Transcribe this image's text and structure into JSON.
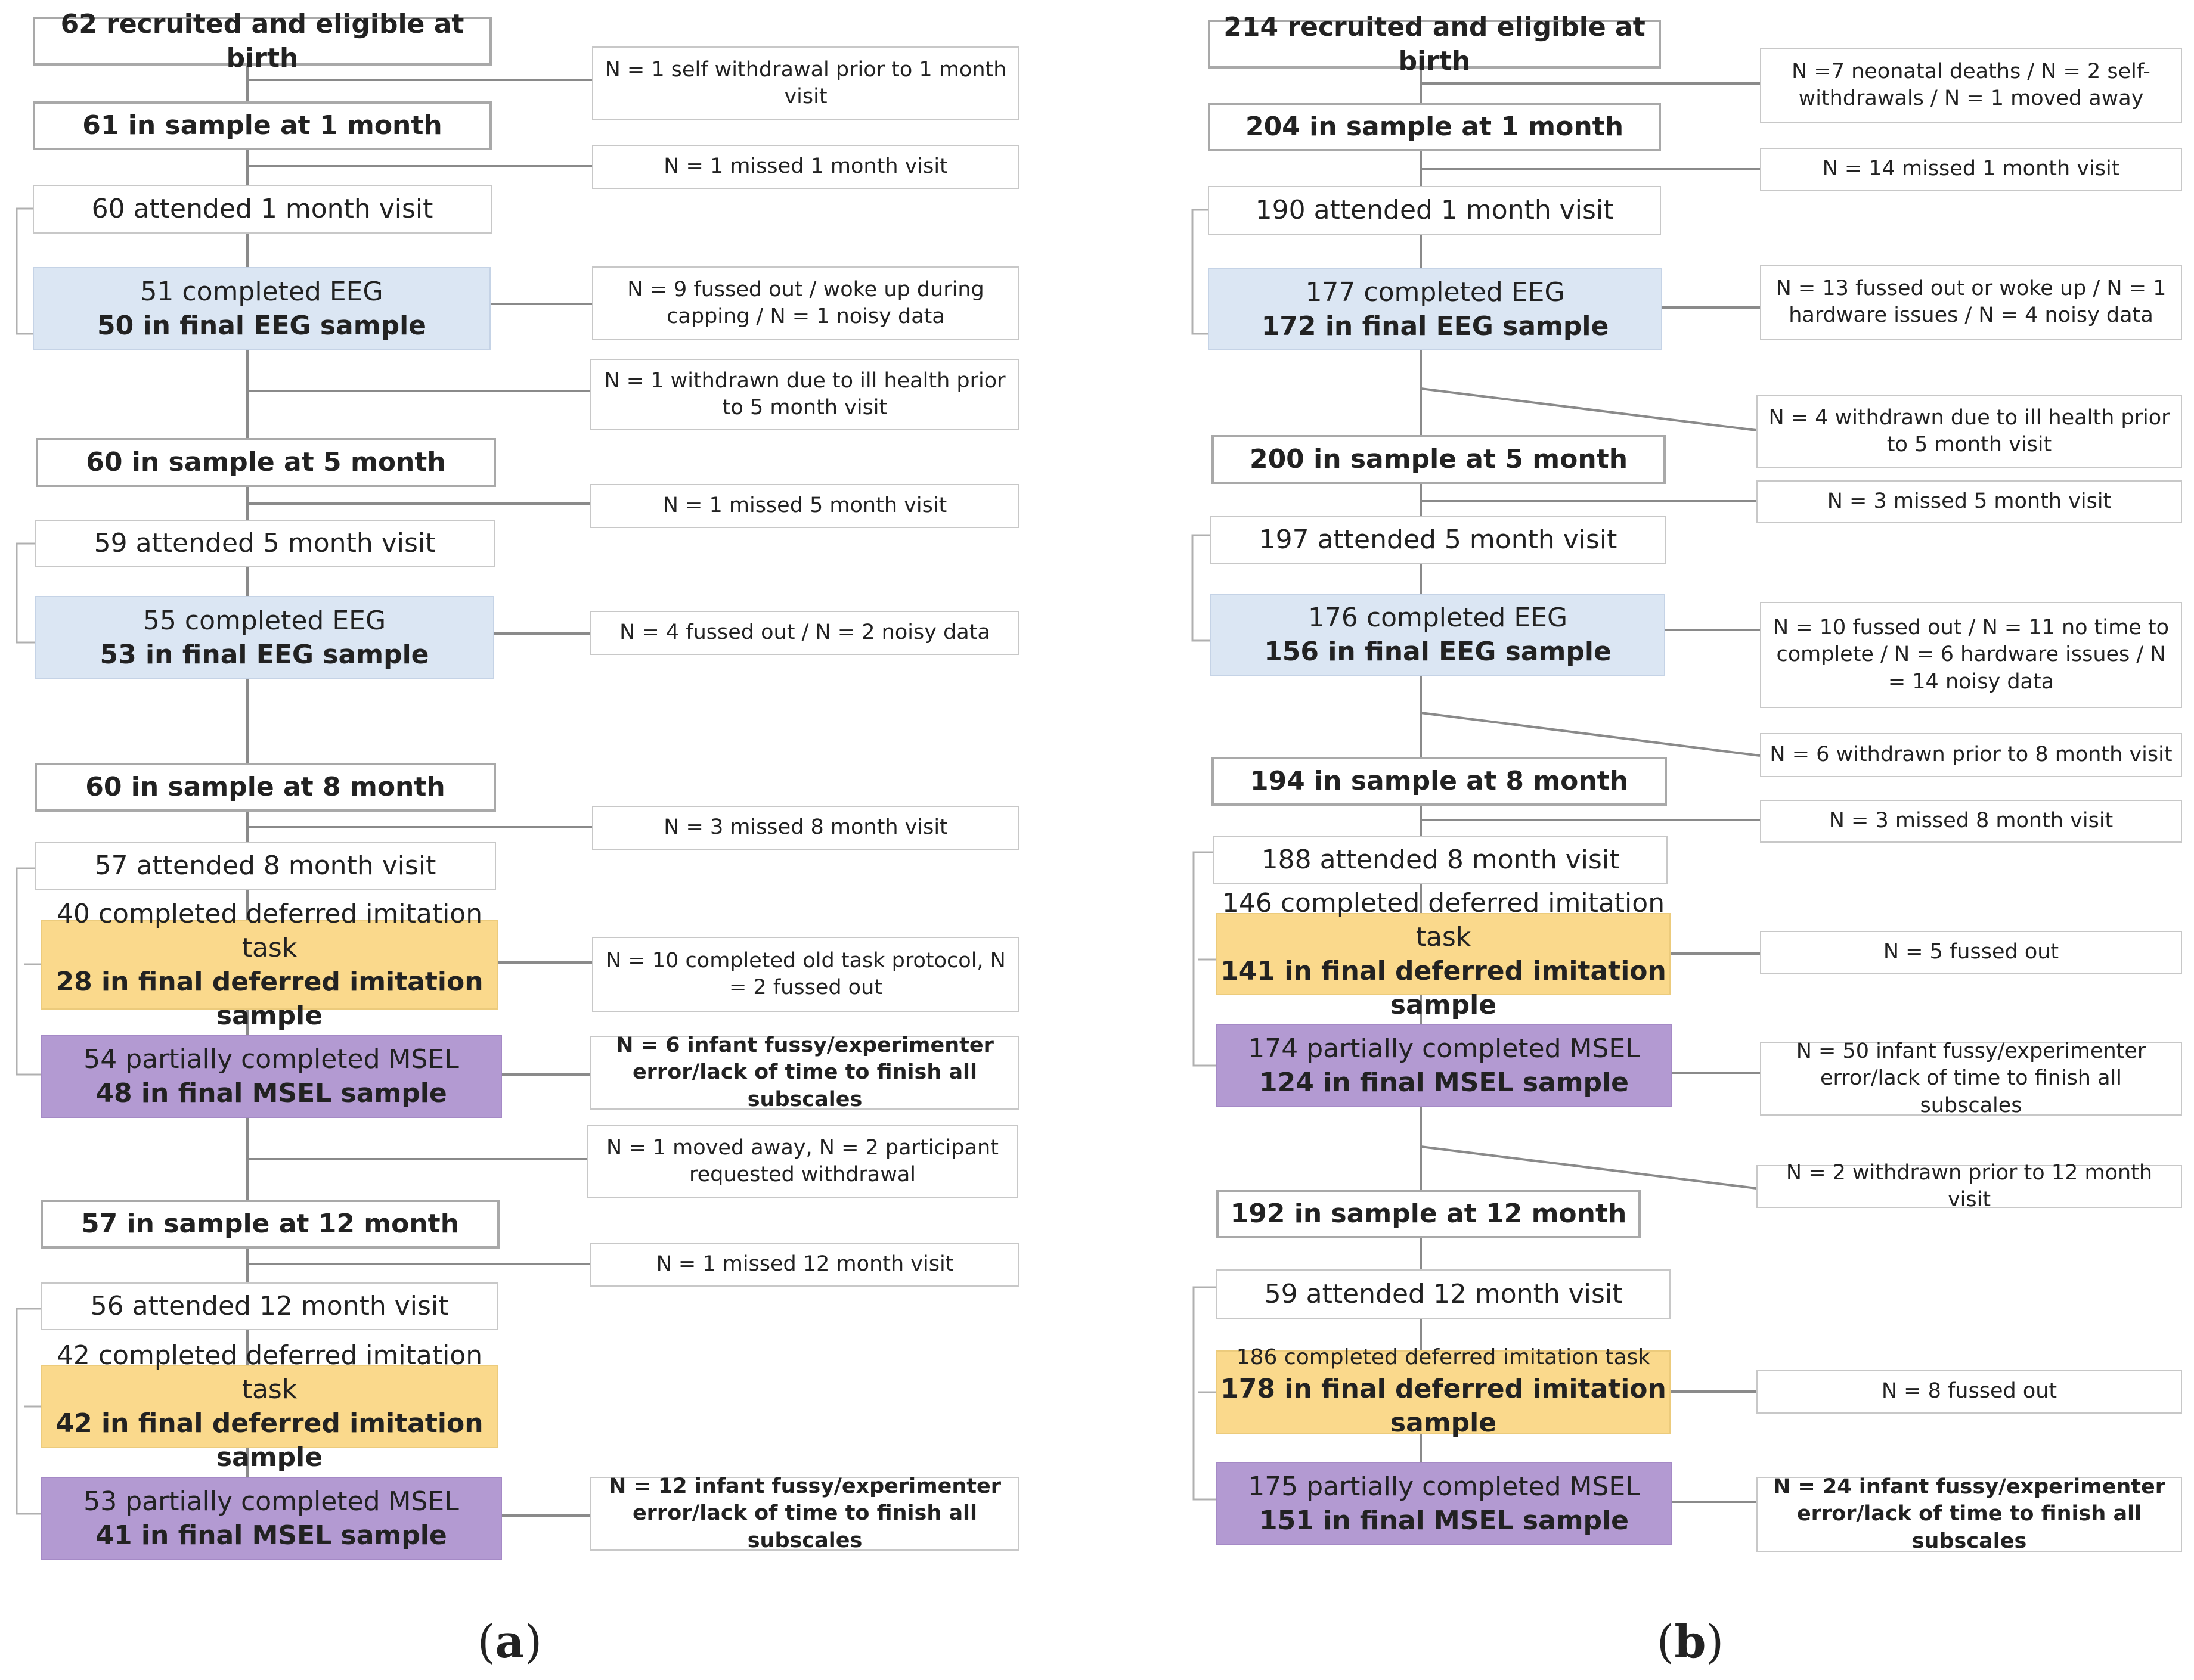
{
  "panels": {
    "a": {
      "label": "a",
      "main": [
        "62 recruited and eligible at birth",
        "61 in sample at 1 month",
        "60 in sample at 5 month",
        "60 in sample at 8 month",
        "57 in sample at 12 month"
      ],
      "attended": [
        "60 attended 1 month visit",
        "59 attended 5 month visit",
        "57 attended 8 month visit",
        "56 attended 12 month visit"
      ],
      "eeg": [
        {
          "line1": "51 completed EEG",
          "line2": "50 in final EEG sample"
        },
        {
          "line1": "55 completed EEG",
          "line2": "53 in final EEG sample"
        }
      ],
      "deferred": [
        {
          "line1": "40 completed deferred imitation task",
          "line2": "28 in final deferred imitation sample"
        },
        {
          "line1": "42 completed deferred imitation task",
          "line2": "42 in final deferred imitation sample"
        }
      ],
      "msel": [
        {
          "line1": "54 partially completed MSEL",
          "line2": "48 in final MSEL sample"
        },
        {
          "line1": "53 partially completed MSEL",
          "line2": "41 in final MSEL sample"
        }
      ],
      "notes": [
        "N = 1 self withdrawal prior to 1 month visit",
        "N = 1 missed 1 month visit",
        "N = 9 fussed out / woke up during capping / N = 1 noisy data",
        "N = 1 withdrawn due to ill health prior to 5 month visit",
        "N = 1 missed 5 month visit",
        "N = 4 fussed out / N = 2 noisy data",
        "N = 3 missed 8 month visit",
        "N = 10 completed old task protocol, N = 2 fussed out",
        "N = 6 infant fussy/experimenter error/lack of time to finish all subscales",
        "N = 1 moved away, N = 2 participant requested withdrawal",
        "N = 1 missed 12 month visit",
        "N = 12 infant fussy/experimenter error/lack of time to finish all subscales"
      ]
    },
    "b": {
      "label": "b",
      "main": [
        "214 recruited and eligible at birth",
        "204 in sample at 1 month",
        "200 in sample at 5 month",
        "194 in sample at 8 month",
        "192 in sample at 12 month"
      ],
      "attended": [
        "190 attended 1 month visit",
        "197 attended 5 month visit",
        "188 attended 8 month visit",
        "59 attended 12 month visit"
      ],
      "eeg": [
        {
          "line1": "177 completed EEG",
          "line2": "172 in final EEG sample"
        },
        {
          "line1": "176 completed EEG",
          "line2": "156 in final EEG sample"
        }
      ],
      "deferred": [
        {
          "line1": "146 completed deferred imitation task",
          "line2": "141 in final deferred imitation sample"
        },
        {
          "line1": "186 completed deferred imitation task",
          "line2": "178 in final deferred imitation sample"
        }
      ],
      "msel": [
        {
          "line1": "174 partially completed MSEL",
          "line2": "124 in final MSEL sample"
        },
        {
          "line1": "175 partially completed MSEL",
          "line2": "151 in final MSEL sample"
        }
      ],
      "notes": [
        "N =7 neonatal deaths / N = 2 self-withdrawals / N = 1 moved away",
        "N = 14 missed 1 month visit",
        "N = 13 fussed out or woke up / N = 1 hardware issues / N = 4 noisy data",
        "N = 4 withdrawn due to ill health prior to 5 month visit",
        "N = 3 missed 5 month visit",
        "N = 10 fussed out / N = 11 no time to complete / N = 6 hardware issues / N = 14 noisy data",
        "N = 6 withdrawn prior to 8 month visit",
        "N = 3 missed 8 month visit",
        "N = 5 fussed out",
        "N = 50 infant fussy/experimenter error/lack of time to finish all subscales",
        "N = 2 withdrawn prior to 12 month visit",
        "N = 8 fussed out",
        "N = 24 infant fussy/experimenter error/lack of time to finish all subscales"
      ]
    }
  }
}
